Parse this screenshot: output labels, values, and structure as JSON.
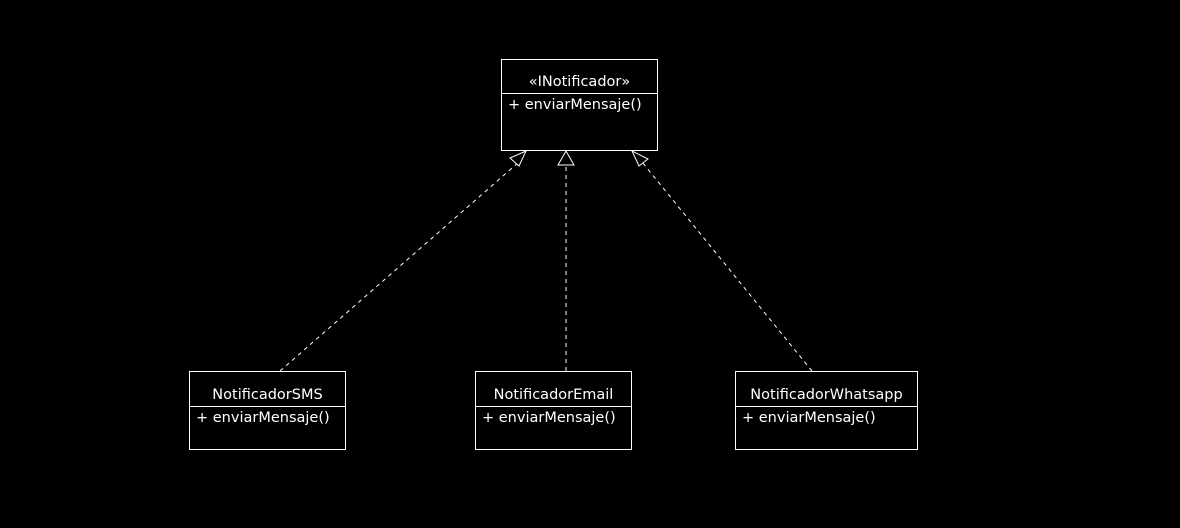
{
  "diagram": {
    "interface": {
      "name": "«INotificador»",
      "method": "+ enviarMensaje()"
    },
    "classes": [
      {
        "name": "NotificadorSMS",
        "method": "+ enviarMensaje()"
      },
      {
        "name": "NotificadorEmail",
        "method": "+ enviarMensaje()"
      },
      {
        "name": "NotificadorWhatsapp",
        "method": "+ enviarMensaje()"
      }
    ],
    "relations": [
      {
        "from": "NotificadorSMS",
        "to": "«INotificador»",
        "kind": "realization"
      },
      {
        "from": "NotificadorEmail",
        "to": "«INotificador»",
        "kind": "realization"
      },
      {
        "from": "NotificadorWhatsapp",
        "to": "«INotificador»",
        "kind": "realization"
      }
    ],
    "colors": {
      "background": "#000000",
      "stroke": "#ffffff"
    }
  }
}
